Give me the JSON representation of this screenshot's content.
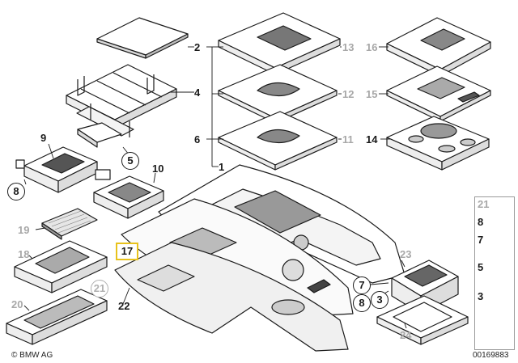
{
  "diagram": {
    "callouts": [
      {
        "id": "c2",
        "text": "2",
        "style": "plain"
      },
      {
        "id": "c4",
        "text": "4",
        "style": "plain"
      },
      {
        "id": "c6",
        "text": "6",
        "style": "plain"
      },
      {
        "id": "c1",
        "text": "1",
        "style": "plain"
      },
      {
        "id": "c13",
        "text": "13",
        "style": "grey"
      },
      {
        "id": "c12",
        "text": "12",
        "style": "grey"
      },
      {
        "id": "c11",
        "text": "11",
        "style": "grey"
      },
      {
        "id": "c16",
        "text": "16",
        "style": "grey"
      },
      {
        "id": "c15",
        "text": "15",
        "style": "grey"
      },
      {
        "id": "c14",
        "text": "14",
        "style": "plain"
      },
      {
        "id": "c9",
        "text": "9",
        "style": "plain"
      },
      {
        "id": "c5",
        "text": "5",
        "style": "circle"
      },
      {
        "id": "c8",
        "text": "8",
        "style": "circle"
      },
      {
        "id": "c10",
        "text": "10",
        "style": "plain"
      },
      {
        "id": "c19",
        "text": "19",
        "style": "grey"
      },
      {
        "id": "c17",
        "text": "17",
        "style": "highlight"
      },
      {
        "id": "c18",
        "text": "18",
        "style": "grey"
      },
      {
        "id": "c20",
        "text": "20",
        "style": "grey"
      },
      {
        "id": "c21a",
        "text": "21",
        "style": "grey-circle"
      },
      {
        "id": "c22",
        "text": "22",
        "style": "plain"
      },
      {
        "id": "c23",
        "text": "23",
        "style": "grey"
      },
      {
        "id": "c7a",
        "text": "7",
        "style": "circle"
      },
      {
        "id": "c3a",
        "text": "3",
        "style": "circle"
      },
      {
        "id": "c8b",
        "text": "8",
        "style": "circle"
      },
      {
        "id": "c24",
        "text": "24",
        "style": "grey"
      }
    ],
    "legend": [
      {
        "id": "l21",
        "text": "21",
        "style": "grey"
      },
      {
        "id": "l8",
        "text": "8",
        "style": "plain"
      },
      {
        "id": "l7",
        "text": "7",
        "style": "plain"
      },
      {
        "id": "l5",
        "text": "5",
        "style": "plain"
      },
      {
        "id": "l3",
        "text": "3",
        "style": "plain"
      }
    ],
    "copyright": "© BMW AG",
    "drawing_number": "00169883"
  },
  "colors": {
    "line": "#1a1a1a",
    "grey_label": "#a8a8a8",
    "highlight": "#e8c21c",
    "part_fill": "#ffffff",
    "part_shade": "#d4d4d4"
  }
}
